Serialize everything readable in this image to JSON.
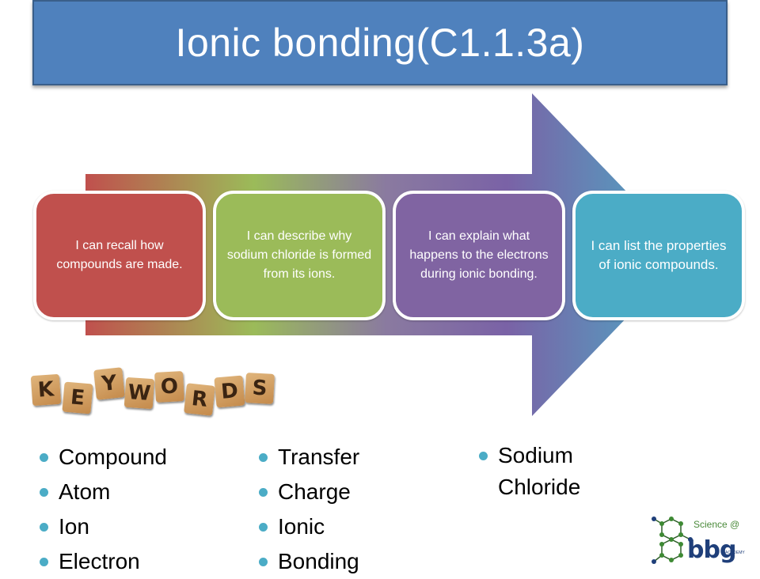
{
  "title": "Ionic bonding(C1.1.3a)",
  "objectives": [
    {
      "text": "I can recall how compounds are made.",
      "color": "#c0504d"
    },
    {
      "text": "I can describe why sodium chloride is formed from its ions.",
      "color": "#9bbb59"
    },
    {
      "text": "I can explain what happens to the electrons during ionic bonding.",
      "color": "#8064a2"
    },
    {
      "text": "I can list the properties of ionic compounds.",
      "color": "#4bacc6"
    }
  ],
  "keywords_banner": {
    "letters": [
      "K",
      "E",
      "Y",
      "W",
      "O",
      "R",
      "D",
      "S"
    ]
  },
  "keywords": {
    "col1": [
      "Compound",
      "Atom",
      "Ion",
      "Electron"
    ],
    "col2": [
      "Transfer",
      "Charge",
      "Ionic",
      "Bonding"
    ],
    "col3": [
      "Sodium Chloride"
    ]
  },
  "logo": {
    "science": "Science @",
    "bbg": "bbg",
    "academy": "ACADEMY"
  },
  "colors": {
    "title_bg": "#4f81bd",
    "bullet": "#4bacc6"
  }
}
